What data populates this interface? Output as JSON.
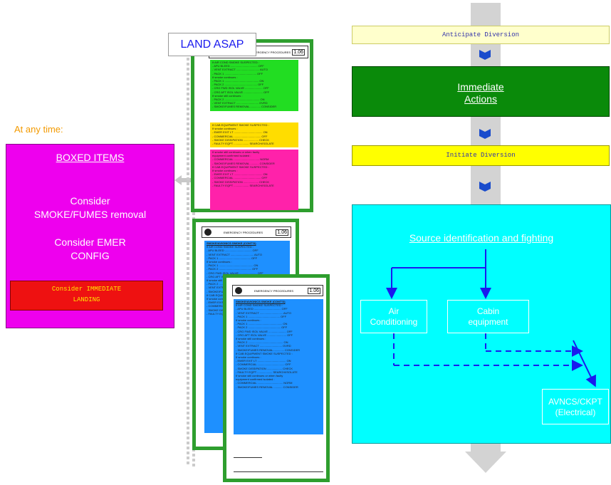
{
  "left_panel": {
    "at_any_time": "At any time:",
    "boxed_title": "BOXED ITEMS",
    "consider_smoke_1": "Consider",
    "consider_smoke_2": "SMOKE/FUMES removal",
    "consider_emer_1": "Consider EMER",
    "consider_emer_2": "CONFIG",
    "landing_1": "Consider IMMEDIATE",
    "landing_2": "LANDING"
  },
  "land_asap": "LAND ASAP",
  "sheets": {
    "header_label": "EMERGENCY PROCEDURES",
    "page_no": "1.06",
    "front": {
      "title": "SMOKE/AVIONICS SMOKE (CONT'D)",
      "lines": [
        "If AIR COND SMOKE SUSPECTED :",
        "- APU BLEED .................................. OFF",
        "- VENT EXTRACT ............................. AUTO",
        "- PACK 1 ........................................ OFF",
        "If smoke continues :",
        "- PACK 1 ........................................... ON",
        "- PACK 2 ......................................... OFF",
        "- CRG FWD ISOL VALVE ...................... OFF",
        "- CRG AFT ISOL VALVE ........................ OFF",
        "If smoke still continues :",
        "- PACK 2 ............................................ ON",
        "- VENT EXTRACT ............................ OVRD",
        "- SMOKE/FUMES REMOVAL.............. CONSIDER",
        "If CAB EQUIPMENT SMOKE SUSPECTED :",
        "If smoke continues :",
        "- EMER EXIT LT .................................... ON",
        "- COMMERCIAL .................................. OFF",
        "- SMOKE DISSIPATION ................... CHECK",
        "- FAULTY EQPT ................... SEARCH/ISOLATE",
        "If smoke still continues or when faulty",
        "equipment confirmed isolated :",
        "- COMMERCIAL ................................ NORM",
        "- SMOKE/FUMES REMOVAL ........... CONSIDER"
      ]
    }
  },
  "flow": {
    "anticipate": "Anticipate Diversion",
    "immediate_1": "Immediate",
    "immediate_2": "Actions",
    "initiate": "Initiate Diversion",
    "source": "Source identification and fighting",
    "air_1": "Air",
    "air_2": "Conditioning",
    "cabin_1": "Cabin",
    "cabin_2": "equipment",
    "avncs_1": "AVNCS/CKPT",
    "avncs_2": "(Electrical)"
  },
  "colors": {
    "magenta": "#ee00ee",
    "red": "#ee1111",
    "green": "#0a8a0a",
    "cyan": "#00ffff",
    "yellow": "#ffff00",
    "arrow_blue": "#1a1aee"
  }
}
